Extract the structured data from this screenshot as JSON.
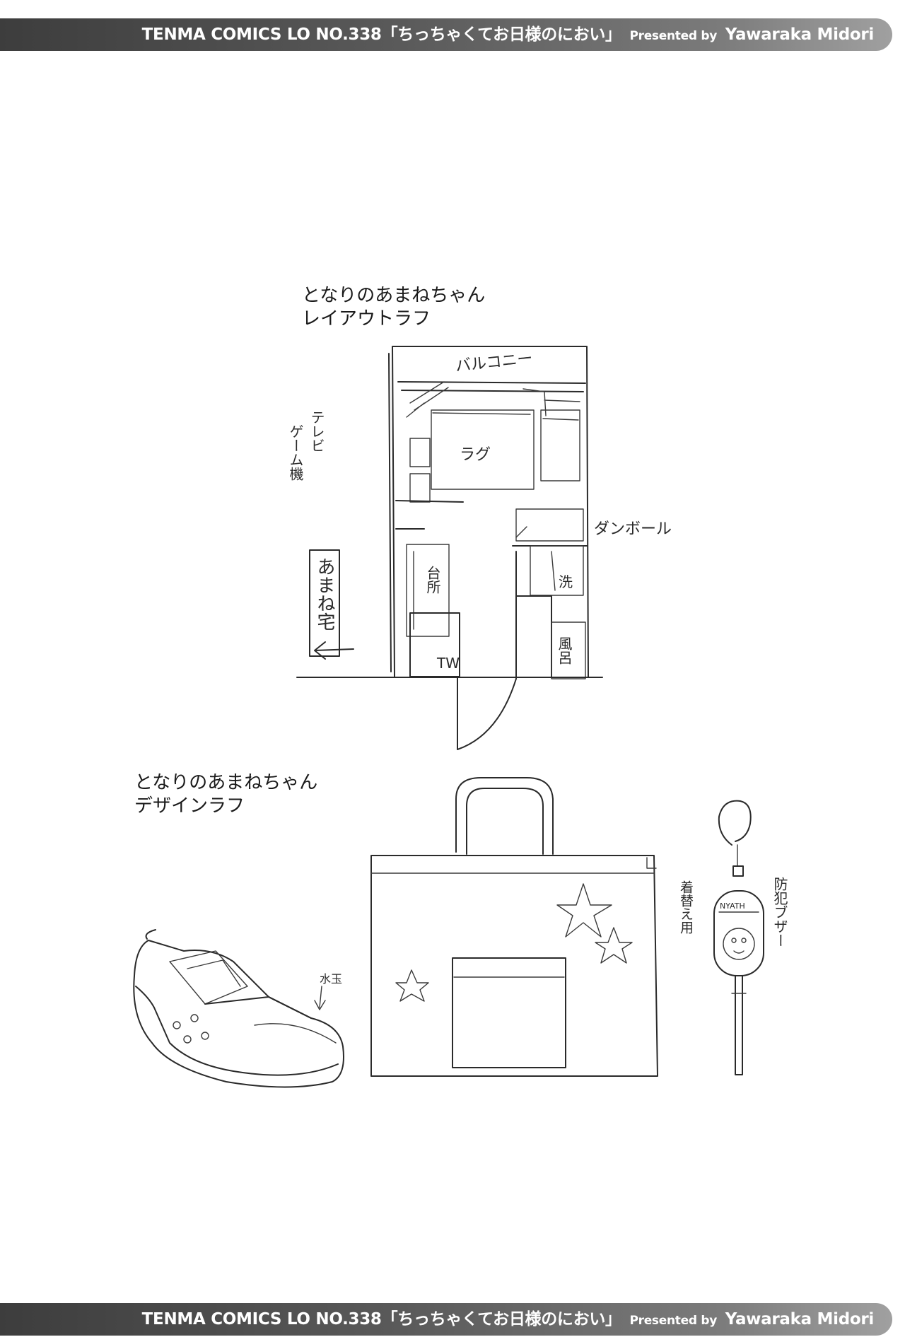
{
  "header": {
    "title": "TENMA COMICS LO NO.338「ちっちゃくてお日様のにおい」",
    "presented_by": "Presented by",
    "author": "Yawaraka Midori"
  },
  "layout_section": {
    "title": "となりのあまねちゃん",
    "subtitle": "レイアウトラフ",
    "labels": {
      "balcony": "バルコニー",
      "tv": "テレビ",
      "game": "ゲーム機",
      "rug": "ラグ",
      "cardboard": "ダンボール",
      "kitchen": "台所",
      "washer": "洗",
      "toilet": "TW",
      "bath": "風呂",
      "house": "あまね宅"
    }
  },
  "design_section": {
    "title": "となりのあまねちゃん",
    "subtitle": "デザインラフ",
    "labels": {
      "polka_dot": "水玉",
      "change_clothes": "着替え用",
      "alarm": "防犯ブザー",
      "alarm_tag": "NYATH"
    }
  },
  "footer": {
    "title": "TENMA COMICS LO NO.338「ちっちゃくてお日様のにおい」",
    "presented_by": "Presented by",
    "author": "Yawaraka Midori"
  }
}
